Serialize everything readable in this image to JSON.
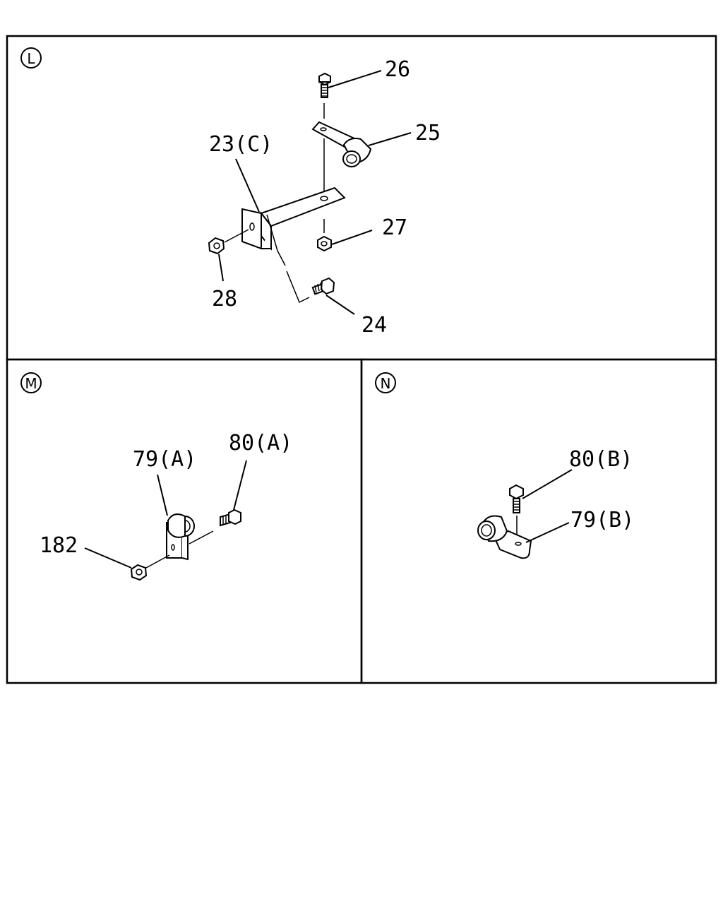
{
  "panels": [
    {
      "id": "L",
      "callouts": {
        "c26": "26",
        "c25": "25",
        "c23": "23(C)",
        "c27": "27",
        "c28": "28",
        "c24": "24"
      }
    },
    {
      "id": "M",
      "callouts": {
        "c79a": "79(A)",
        "c80a": "80(A)",
        "c182": "182"
      }
    },
    {
      "id": "N",
      "callouts": {
        "c80b": "80(B)",
        "c79b": "79(B)"
      }
    }
  ]
}
